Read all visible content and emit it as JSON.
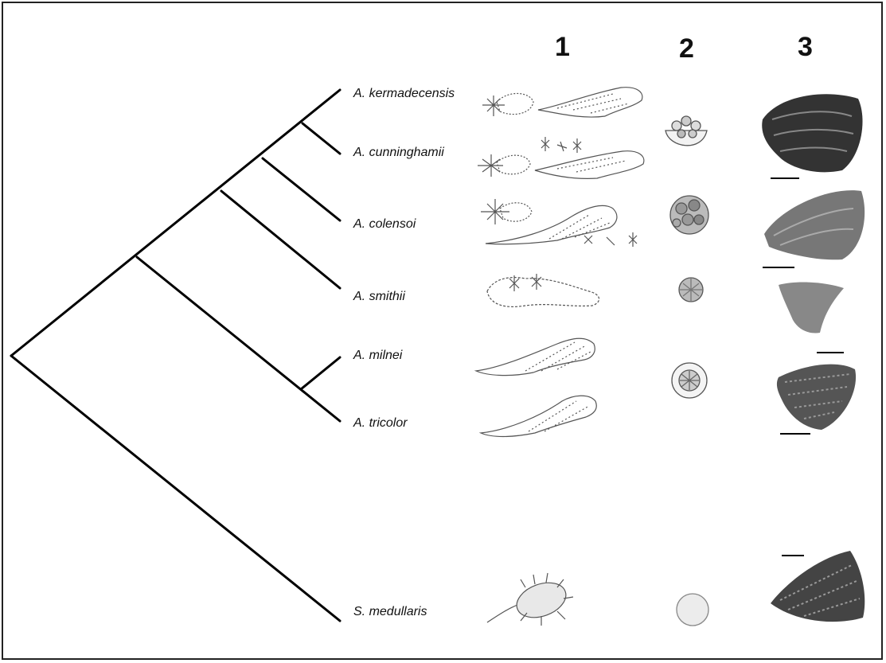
{
  "columns": [
    "1",
    "2",
    "3"
  ],
  "taxa": [
    "A. kermadecensis",
    "A. cunninghamii",
    "A. colensoi",
    "A. smithii",
    "A. milnei",
    "A. tricolor",
    "S. medullaris"
  ],
  "colors": {
    "line": "#000000",
    "sketch": "#555555",
    "sem_dark": "#333333",
    "sem_mid": "#777777"
  }
}
